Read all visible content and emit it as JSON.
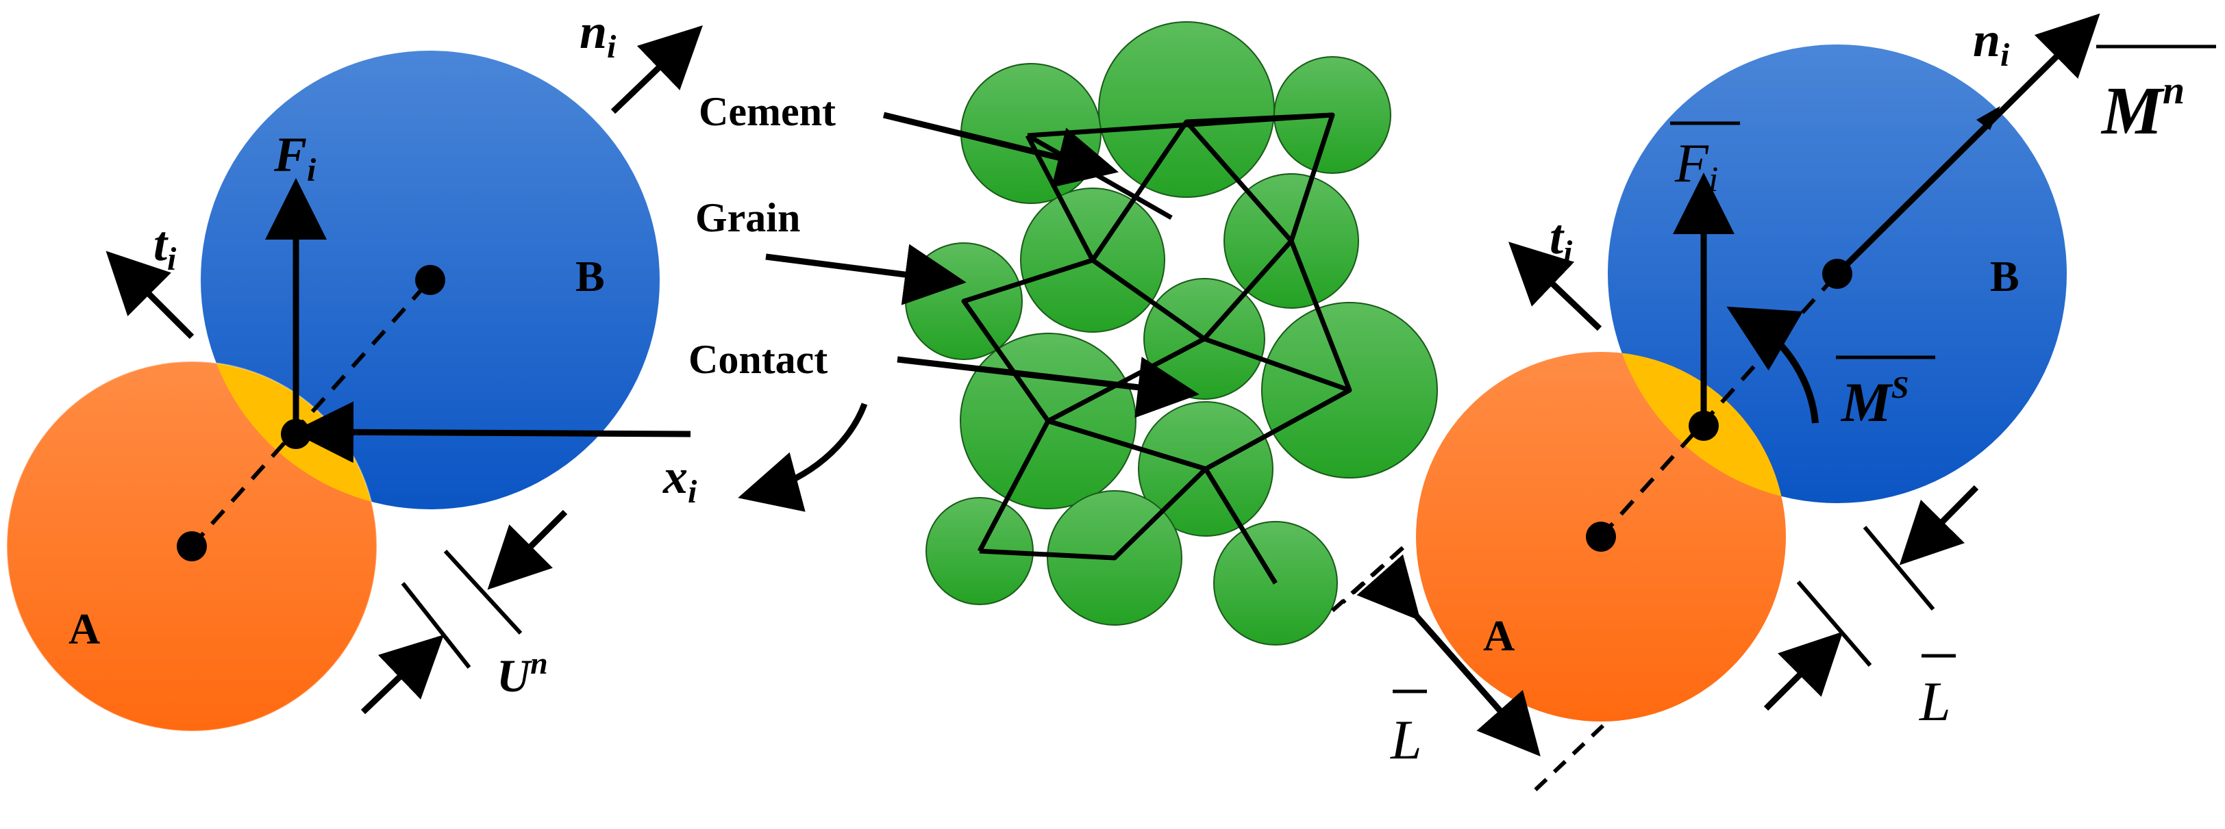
{
  "left_panel": {
    "sphere_a_label": "A",
    "sphere_b_label": "B",
    "force_label": "F",
    "force_sub": "i",
    "normal_label": "n",
    "normal_sub": "i",
    "tangent_label": "t",
    "tangent_sub": "i",
    "axis_label": "x",
    "axis_sub": "i",
    "overlap_label": "U",
    "overlap_sup": "n",
    "colors": {
      "sphere_a": "#ff7a2a",
      "sphere_b": "#1e63c8",
      "overlap": "#ffbf00"
    }
  },
  "middle_panel": {
    "cement_label": "Cement",
    "grain_label": "Grain",
    "contact_label": "Contact",
    "colors": {
      "grain": "#2fa52f"
    }
  },
  "right_panel": {
    "sphere_a_label": "A",
    "sphere_b_label": "B",
    "force_label": "F",
    "force_sub": "i",
    "normal_label": "n",
    "normal_sub": "i",
    "tangent_label": "t",
    "tangent_sub": "i",
    "moment_n_label": "M",
    "moment_n_sup": "n",
    "moment_s_label": "M",
    "moment_s_sup": "S",
    "length_label_left": "L",
    "length_label_right": "L"
  }
}
